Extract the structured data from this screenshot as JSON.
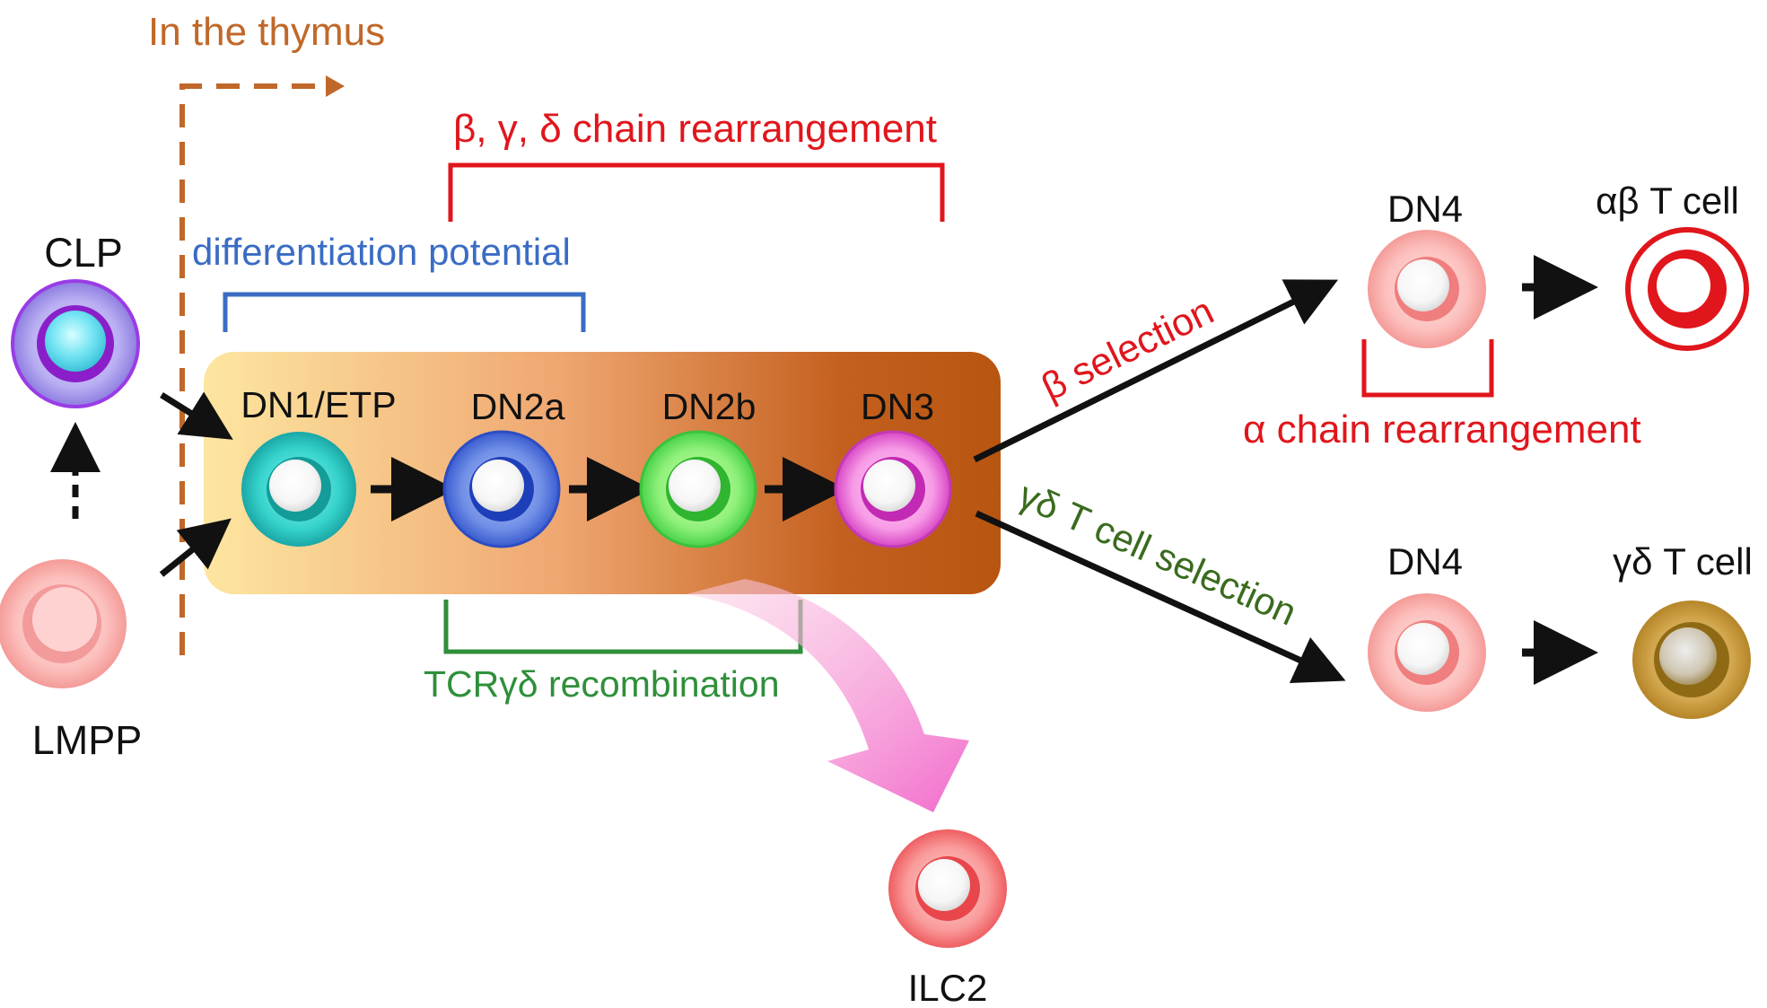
{
  "labels": {
    "in_thymus": "In the thymus",
    "bgd_rearrangement": "β, γ, δ chain rearrangement",
    "differentiation_potential": "differentiation potential",
    "tcr_recombination": "TCRγδ recombination",
    "beta_selection": "β selection",
    "gd_selection": "γδ T cell selection",
    "alpha_rearrangement": "α chain rearrangement"
  },
  "cells": {
    "clp": "CLP",
    "lmpp": "LMPP",
    "dn1": "DN1/ETP",
    "dn2a": "DN2a",
    "dn2b": "DN2b",
    "dn3": "DN3",
    "dn4_top": "DN4",
    "ab_t": "αβ T cell",
    "dn4_bottom": "DN4",
    "gd_t": "γδ T cell",
    "ilc2": "ILC2"
  },
  "colors": {
    "thymus": "#c0682a",
    "red": "#e0161c",
    "blue": "#3a6cc4",
    "green": "#2f8f3a",
    "dark_green": "#3a6b1e",
    "black": "#111111"
  }
}
